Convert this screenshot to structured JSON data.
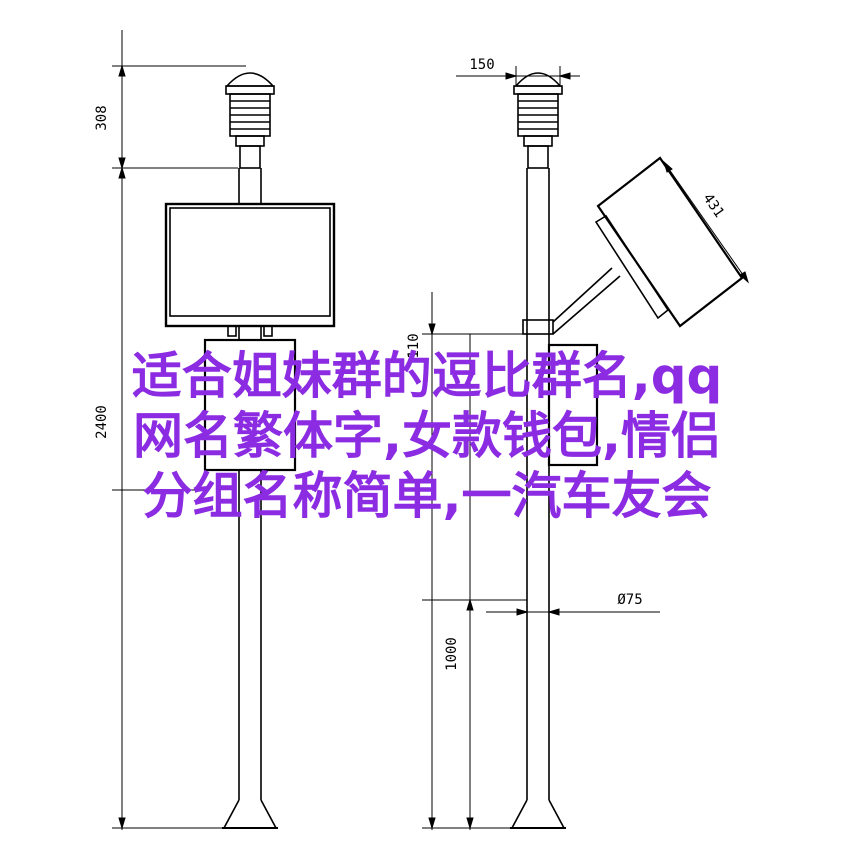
{
  "drawing": {
    "dimensions": {
      "left_sensor_height": "308",
      "right_sensor_width": "150",
      "panel_width": "431",
      "bracket_offset": "110",
      "pole_segment": "2400",
      "pole_diameter": "Ø75",
      "base_height": "1000"
    }
  },
  "overlay": {
    "lines": [
      "适合姐妹群的逗比群名,qq",
      "网名繁体字,女款钱包,情侣",
      "分组名称简单,一汽车友会"
    ],
    "color": "#8B2BE2"
  }
}
